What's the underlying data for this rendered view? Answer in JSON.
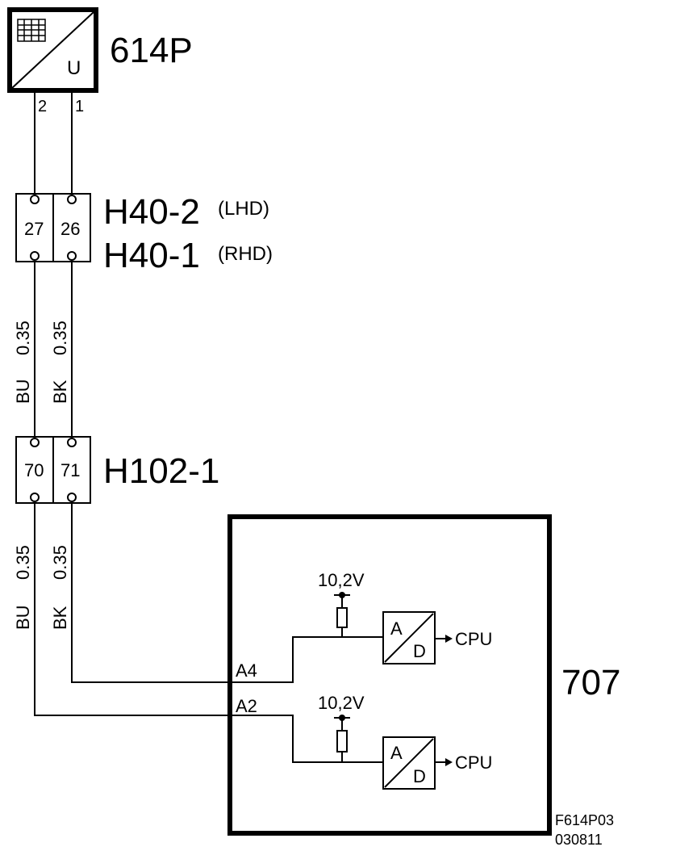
{
  "sensor": {
    "id": "614P",
    "symbol_label": "U",
    "pin_left": "2",
    "pin_right": "1"
  },
  "connector_h40": {
    "name_lhd": "H40-2",
    "qual_lhd": "(LHD)",
    "name_rhd": "H40-1",
    "qual_rhd": "(RHD)",
    "pin_left": "27",
    "pin_right": "26"
  },
  "wires_upper": [
    {
      "color": "BU",
      "size": "0.35"
    },
    {
      "color": "BK",
      "size": "0.35"
    }
  ],
  "connector_h102": {
    "name": "H102-1",
    "pin_left": "70",
    "pin_right": "71"
  },
  "wires_lower": [
    {
      "color": "BU",
      "size": "0.35"
    },
    {
      "color": "BK",
      "size": "0.35"
    }
  ],
  "control_unit": {
    "id": "707",
    "channels": [
      {
        "pin": "A4",
        "supply": "10,2V",
        "adc_top": "A",
        "adc_bottom": "D",
        "output": "CPU"
      },
      {
        "pin": "A2",
        "supply": "10,2V",
        "adc_top": "A",
        "adc_bottom": "D",
        "output": "CPU"
      }
    ]
  },
  "figure_ref": {
    "code": "F614P03",
    "date": "030811"
  }
}
